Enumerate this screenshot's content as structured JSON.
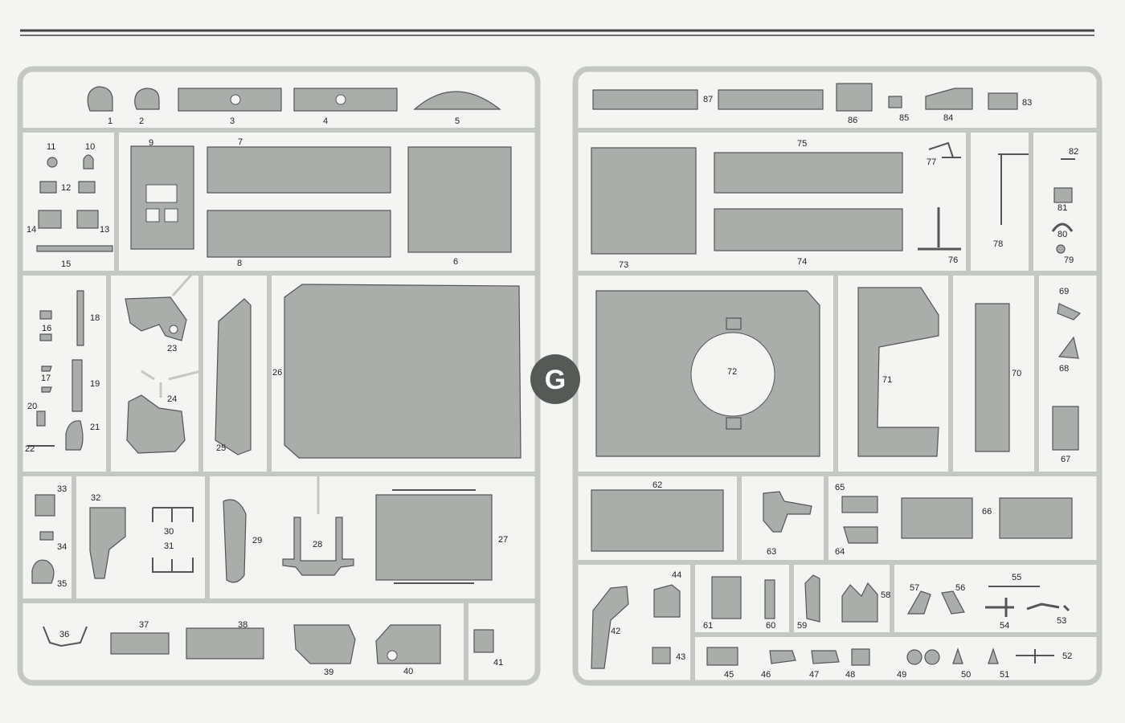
{
  "sprue_letter": "G",
  "part_numbers": [
    "1",
    "2",
    "3",
    "4",
    "5",
    "6",
    "7",
    "8",
    "9",
    "10",
    "11",
    "12",
    "13",
    "14",
    "15",
    "16",
    "17",
    "18",
    "19",
    "20",
    "21",
    "22",
    "23",
    "24",
    "25",
    "26",
    "27",
    "28",
    "29",
    "30",
    "31",
    "32",
    "33",
    "34",
    "35",
    "36",
    "37",
    "38",
    "39",
    "40",
    "41",
    "42",
    "43",
    "44",
    "45",
    "46",
    "47",
    "48",
    "49",
    "50",
    "51",
    "52",
    "53",
    "54",
    "55",
    "56",
    "57",
    "58",
    "59",
    "60",
    "61",
    "62",
    "63",
    "64",
    "65",
    "66",
    "67",
    "68",
    "69",
    "70",
    "71",
    "72",
    "73",
    "74",
    "75",
    "76",
    "77",
    "78",
    "79",
    "80",
    "81",
    "82",
    "83",
    "84",
    "85",
    "86",
    "87"
  ],
  "colors": {
    "sprue": "#c3c8c4",
    "part": "#a9aeaa",
    "outline": "#555555",
    "badge": "#555a57",
    "paper": "#f4f5f2"
  }
}
